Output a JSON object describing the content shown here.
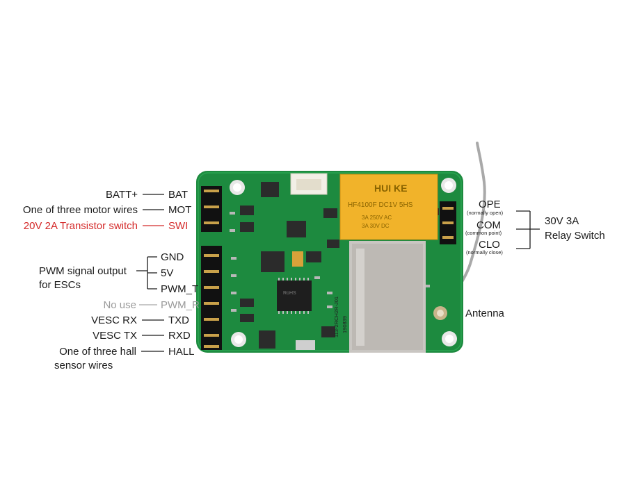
{
  "left_pins": [
    {
      "pin": "BAT",
      "desc": "BATT+"
    },
    {
      "pin": "MOT",
      "desc": "One of three motor wires"
    },
    {
      "pin": "SWI",
      "desc": "20V 2A Transistor switch"
    },
    {
      "pin": "GND",
      "desc": ""
    },
    {
      "pin": "5V",
      "desc": ""
    },
    {
      "pin": "PWM_T",
      "desc": ""
    },
    {
      "pin": "PWM_R",
      "desc": "No use"
    },
    {
      "pin": "TXD",
      "desc": "VESC RX"
    },
    {
      "pin": "RXD",
      "desc": "VESC TX"
    },
    {
      "pin": "HALL",
      "desc": "One of three hall"
    }
  ],
  "hall_desc_line2": "sensor wires",
  "pwm_group": {
    "line1": "PWM signal output",
    "line2": "for ESCs"
  },
  "relay_pins": [
    {
      "pin": "OPE",
      "note": "(normally open)"
    },
    {
      "pin": "COM",
      "note": "(common point)"
    },
    {
      "pin": "CLO",
      "note": "(normally close)"
    }
  ],
  "relay_label": {
    "line1": "30V 3A",
    "line2": "Relay Switch"
  },
  "antenna_label": "Antenna",
  "relay_markings": {
    "brand": "HUI KE",
    "model": "HF4100F DC1V 5HS",
    "rating1": "3A 250V AC",
    "rating2": "3A 30V DC"
  },
  "chip_marking": "RoHS",
  "board_text": "113-2RCH2R-J01",
  "board_code": "190839",
  "colors": {
    "pcb": "#1d8a3f",
    "red_label": "#d42a2a",
    "gray_label": "#9a9a9a",
    "relay": "#f1b32a"
  }
}
